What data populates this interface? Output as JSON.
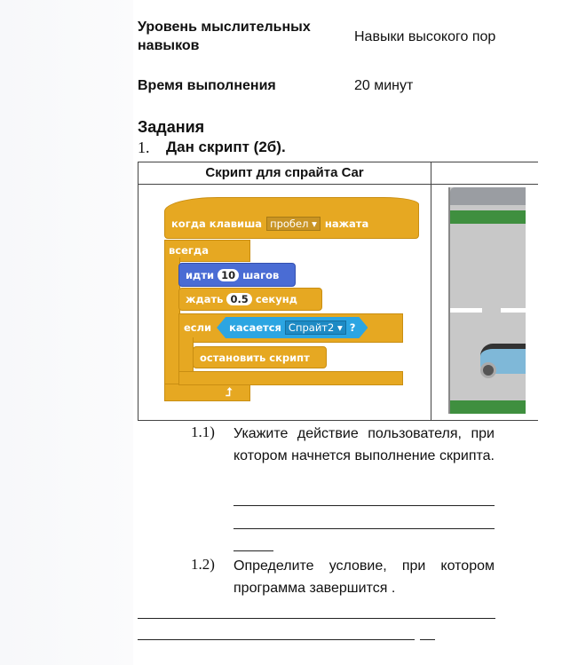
{
  "info": {
    "level_label": "Уровень мыслительных навыков",
    "level_value": "Навыки высокого пор",
    "time_label": "Время выполнения",
    "time_value": "20 минут"
  },
  "tasks": {
    "heading": "Задания",
    "task1_num": "1.",
    "task1_title": "Дан скрипт (2б).",
    "table_header": "Скрипт для спрайта Car",
    "script": {
      "hat_when": "когда клавиша",
      "hat_key": "пробел",
      "hat_pressed": "нажата",
      "forever": "всегда",
      "move": "идти",
      "move_steps": "10",
      "move_unit": "шагов",
      "wait": "ждать",
      "wait_value": "0.5",
      "wait_unit": "секунд",
      "if": "если",
      "touching": "касается",
      "touching_target": "Спрайт2",
      "question": "?",
      "stop": "остановить скрипт"
    },
    "q1_num": "1.1)",
    "q1_text": "Укажите действие пользователя, при котором начнется выполнение скрипта.",
    "q2_num": "1.2)",
    "q2_text": "Определите условие, при котором программа завершится ."
  },
  "colors": {
    "control": "#e6a822",
    "motion": "#4a6cd4",
    "sensing": "#2ca5e2",
    "grass": "#3f8f3f",
    "road": "#c8c8c8"
  }
}
